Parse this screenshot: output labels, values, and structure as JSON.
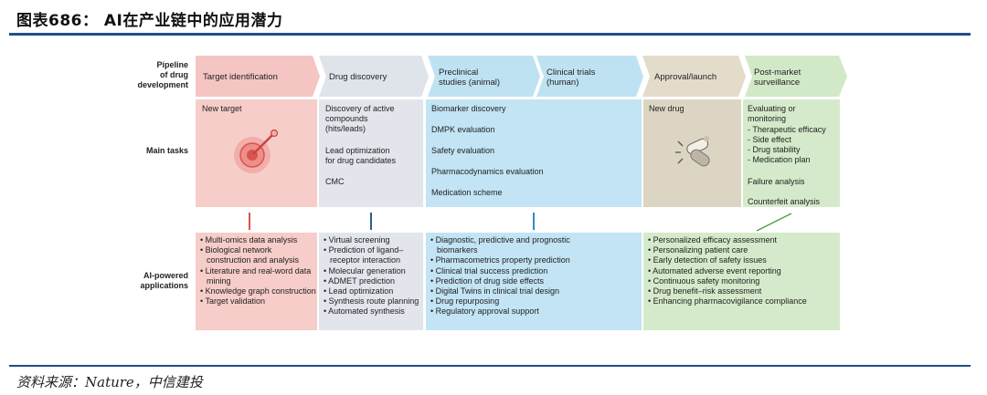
{
  "figure_title": "图表686： AI在产业链中的应用潜力",
  "source_note": "资料来源：Nature，中信建投",
  "row_labels": {
    "pipeline": [
      "Pipeline",
      "of drug",
      "development"
    ],
    "main_tasks": "Main tasks",
    "ai": [
      "AI-powered",
      "applications"
    ]
  },
  "stages": [
    {
      "label": "Target identification",
      "color": "#f4c5c2"
    },
    {
      "label": "Drug discovery",
      "color": "#dfe3ea"
    },
    {
      "label": "Preclinical\nstudies (animal)",
      "color": "#bfe2f3"
    },
    {
      "label": "Clinical trials\n(human)",
      "color": "#bfe2f3"
    },
    {
      "label": "Approval/launch",
      "color": "#e3dccb"
    },
    {
      "label": "Post-market\nsurveillance",
      "color": "#d2e9c7"
    }
  ],
  "tasks": {
    "target": {
      "heading": "New target"
    },
    "discovery": [
      "Discovery of active\ncompounds\n(hits/leads)",
      "Lead optimization\nfor drug candidates",
      "CMC"
    ],
    "clinical": [
      "Biomarker discovery",
      "DMPK evaluation",
      "Safety evaluation",
      "Pharmacodynamics evaluation",
      "Medication scheme"
    ],
    "approval": {
      "heading": "New drug"
    },
    "post": {
      "heading": "Evaluating or\nmonitoring",
      "sub": [
        "- Therapeutic efficacy",
        "- Side effect",
        "- Drug stability",
        "- Medication plan"
      ],
      "extra": [
        "Failure analysis",
        "Counterfeit analysis"
      ]
    }
  },
  "ai_apps": {
    "target": [
      "Multi-omics data analysis",
      "Biological network construction and analysis",
      "Literature and real-word data mining",
      "Knowledge graph construction",
      "Target validation"
    ],
    "discovery": [
      "Virtual screening",
      "Prediction of ligand–receptor interaction",
      "Molecular generation",
      "ADMET prediction",
      "Lead optimization",
      "Synthesis route planning",
      "Automated synthesis"
    ],
    "clinical": [
      "Diagnostic, predictive and prognostic biomarkers",
      "Pharmacometrics property prediction",
      "Clinical trial success prediction",
      "Prediction of drug side effects",
      "Digital Twins in clinical trial design",
      "Drug repurposing",
      "Regulatory approval support"
    ],
    "post": [
      "Personalized efficacy assessment",
      "Personalizing patient care",
      "Early detection of safety issues",
      "Automated adverse event reporting",
      "Continuous safety monitoring",
      "Drug benefit–risk assessment",
      "Enhancing pharmacovigilance compliance"
    ]
  },
  "colors": {
    "accent_line": "#1f4e8c",
    "target_box": "#f6cdc9",
    "discovery_box": "#e2e5ec",
    "clinical_box": "#c2e4f4",
    "approval_box": "#ddd5c3",
    "post_box": "#d5eacb",
    "target_connector": "#d9534f",
    "discovery_connector": "#2f5f8a",
    "clinical_connector": "#2a8fc4",
    "post_connector": "#4aa34a"
  },
  "icons": {
    "target": "bullseye-dart-icon",
    "approval": "pills-icon"
  }
}
